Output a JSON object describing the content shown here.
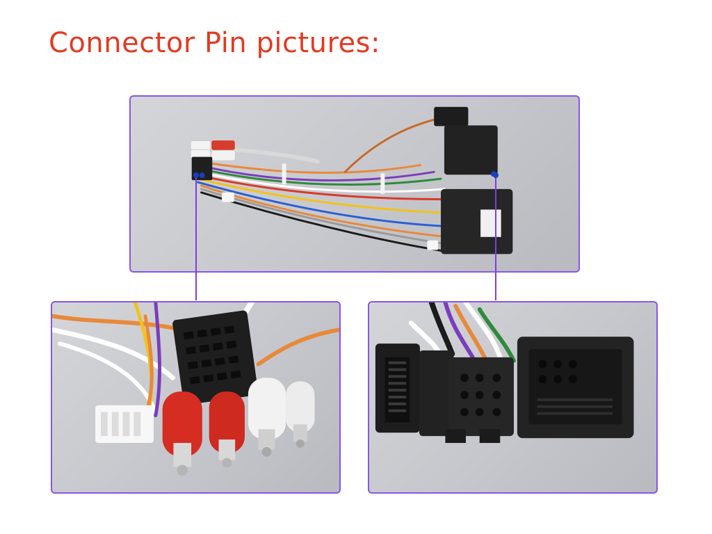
{
  "heading": {
    "title": "Connector Pin pictures:"
  },
  "colors": {
    "title": "#e23a22",
    "frame_border": "#8a55e0",
    "callout_line": "#7b3fe0",
    "background": "#ffffff"
  },
  "photos": {
    "overview": {
      "subject": "wiring-harness-overview"
    },
    "detail_left": {
      "subject": "16-pin-connector-and-rca-plugs"
    },
    "detail_right": {
      "subject": "quadlock-connectors"
    }
  }
}
